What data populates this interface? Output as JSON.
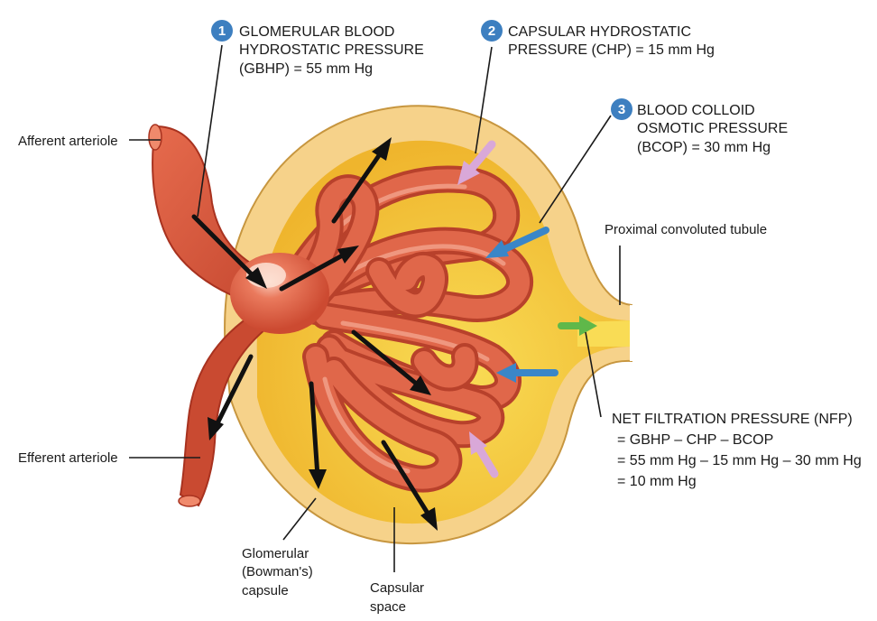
{
  "labels": {
    "afferent": "Afferent arteriole",
    "efferent": "Efferent arteriole",
    "proximal": "Proximal convoluted tubule",
    "glomerular_capsule": [
      "Glomerular",
      "(Bowman's)",
      "capsule"
    ],
    "capsular_space": [
      "Capsular",
      "space"
    ]
  },
  "pressures": [
    {
      "number": "1",
      "lines": [
        "GLOMERULAR BLOOD",
        "HYDROSTATIC PRESSURE",
        "(GBHP) = 55 mm Hg"
      ]
    },
    {
      "number": "2",
      "lines": [
        "CAPSULAR HYDROSTATIC",
        "PRESSURE (CHP) = 15 mm Hg"
      ]
    },
    {
      "number": "3",
      "lines": [
        "BLOOD COLLOID",
        "OSMOTIC PRESSURE",
        "(BCOP) = 30 mm Hg"
      ]
    }
  ],
  "nfp": {
    "lines": [
      "NET FILTRATION PRESSURE (NFP)",
      "= GBHP – CHP – BCOP",
      "= 55 mm Hg – 15 mm Hg – 30 mm Hg",
      "= 10 mm Hg"
    ]
  },
  "colors": {
    "badge": "#3d7fc0",
    "vessel": "#d9553b",
    "capsule_outer": "#f6d28a",
    "capsular_space": "#f7c842",
    "chp_arrow": "#d9a8d8",
    "bcop_arrow": "#3a86c8",
    "nfp_arrow": "#5fb84a"
  }
}
